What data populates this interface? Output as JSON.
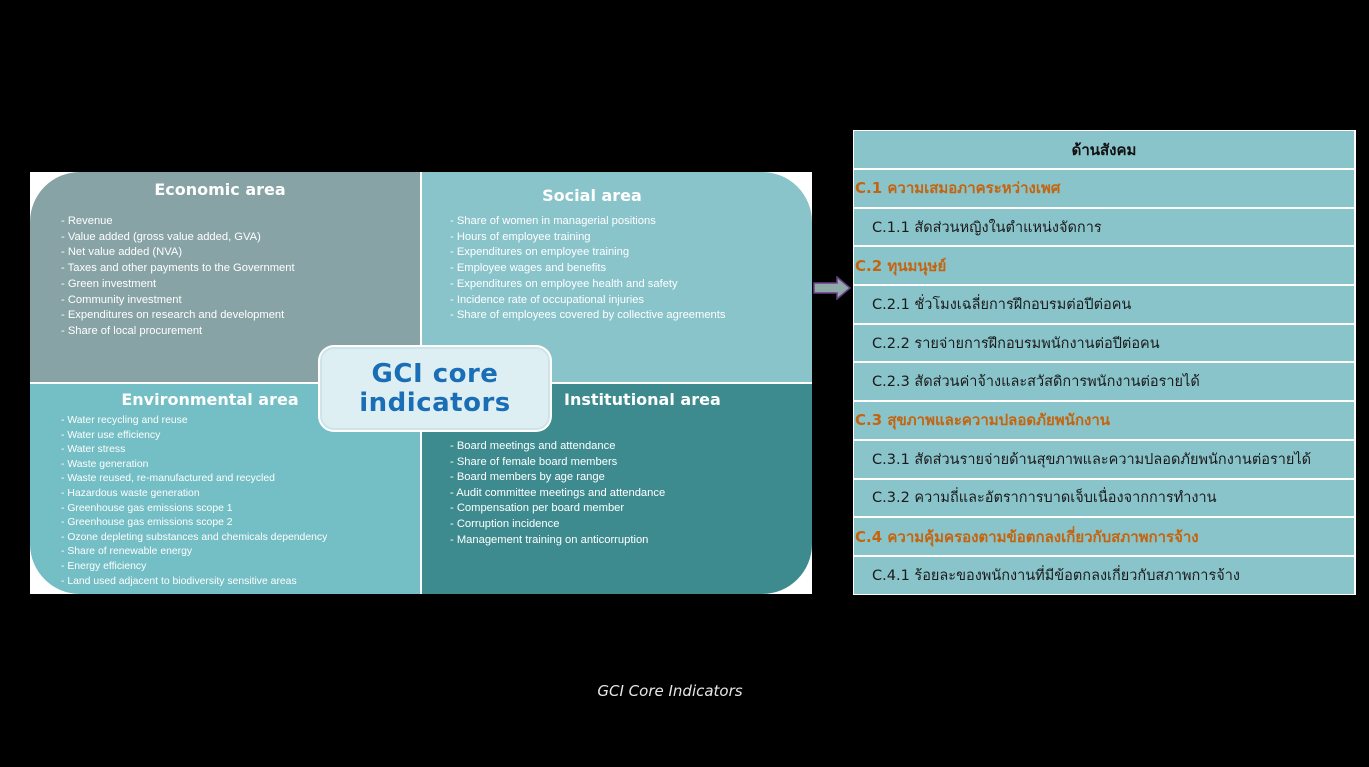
{
  "diagram": {
    "center_label_line1": "GCI core",
    "center_label_line2": "indicators",
    "colors": {
      "economic": "#88a3a5",
      "social": "#89c4cb",
      "environmental": "#74bec5",
      "institutional": "#3d8b8f",
      "center_text": "#1a6eb6"
    },
    "economic": {
      "title": "Economic area",
      "items": [
        "- Revenue",
        "- Value added (gross value added, GVA)",
        "- Net value added (NVA)",
        "- Taxes and other payments to the Government",
        "- Green investment",
        "- Community investment",
        "- Expenditures on research and development",
        "- Share of local procurement"
      ]
    },
    "social": {
      "title": "Social area",
      "items": [
        "- Share of women in managerial positions",
        "- Hours of employee training",
        "- Expenditures on employee training",
        "- Employee wages and benefits",
        "- Expenditures on employee health and safety",
        "- Incidence rate of occupational injuries",
        "- Share of employees covered by collective agreements"
      ]
    },
    "environmental": {
      "title": "Environmental area",
      "items": [
        "- Water recycling and reuse",
        "- Water use efficiency",
        "- Water stress",
        "- Waste generation",
        "- Waste reused, re-manufactured and recycled",
        "- Hazardous waste generation",
        "- Greenhouse gas emissions scope 1",
        "- Greenhouse gas emissions scope 2",
        "- Ozone depleting substances and chemicals dependency",
        "- Share of renewable energy",
        "- Energy efficiency",
        "- Land used adjacent to biodiversity sensitive areas"
      ]
    },
    "institutional": {
      "title": "Institutional area",
      "items": [
        "- Board meetings and attendance",
        "- Share of female board members",
        "- Board members by age range",
        "- Audit committee meetings and attendance",
        "- Compensation per board member",
        "- Corruption incidence",
        "- Management training on anticorruption"
      ]
    }
  },
  "arrow": {
    "icon": "arrow-right-icon",
    "color": "#8fa8a8"
  },
  "table": {
    "header": "ด้านสังคม",
    "section_color": "#c5640e",
    "rows": [
      {
        "type": "section",
        "text": "C.1 ความเสมอภาคระหว่างเพศ"
      },
      {
        "type": "item",
        "text": "C.1.1 สัดส่วนหญิงในตำแหน่งจัดการ"
      },
      {
        "type": "section",
        "text": "C.2 ทุนมนุษย์"
      },
      {
        "type": "item",
        "text": "C.2.1 ชั่วโมงเฉลี่ยการฝึกอบรมต่อปีต่อคน"
      },
      {
        "type": "item",
        "text": "C.2.2 รายจ่ายการฝึกอบรมพนักงานต่อปีต่อคน"
      },
      {
        "type": "item",
        "text": "C.2.3 สัดส่วนค่าจ้างและสวัสดิการพนักงานต่อรายได้"
      },
      {
        "type": "section",
        "text": "C.3 สุขภาพและความปลอดภัยพนักงาน"
      },
      {
        "type": "item",
        "text": "C.3.1 สัดส่วนรายจ่ายด้านสุขภาพและความปลอดภัยพนักงานต่อรายได้"
      },
      {
        "type": "item",
        "text": "C.3.2 ความถี่และอัตราการบาดเจ็บเนื่องจากการทำงาน"
      },
      {
        "type": "section",
        "text": "C.4 ความคุ้มครองตามข้อตกลงเกี่ยวกับสภาพการจ้าง"
      },
      {
        "type": "item",
        "text": "C.4.1 ร้อยละของพนักงานที่มีข้อตกลงเกี่ยวกับสภาพการจ้าง"
      }
    ]
  },
  "caption": "GCI Core Indicators"
}
